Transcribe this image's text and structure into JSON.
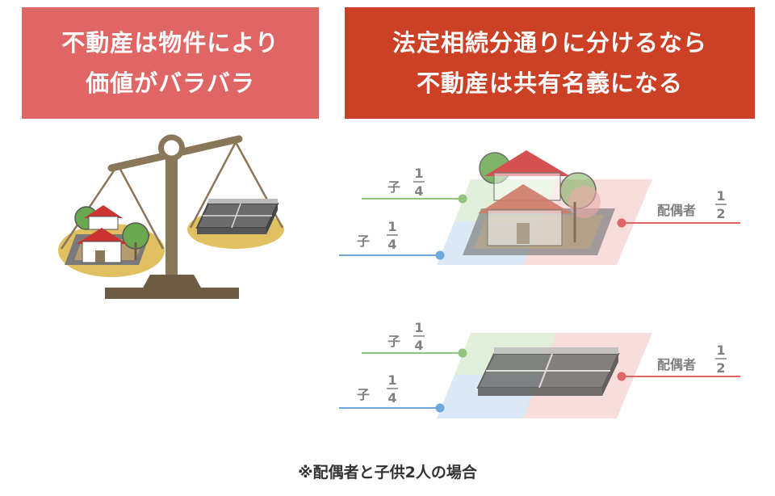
{
  "banners": {
    "left": {
      "line1": "不動産は物件により",
      "line2": "価値がバラバラ"
    },
    "right": {
      "line1": "法定相続分通りに分けるなら",
      "line2": "不動産は共有名義になる"
    }
  },
  "house_diagram": {
    "child_a": {
      "label": "子",
      "numerator": "1",
      "denominator": "4"
    },
    "child_b": {
      "label": "子",
      "numerator": "1",
      "denominator": "4"
    },
    "spouse": {
      "label": "配偶者",
      "numerator": "1",
      "denominator": "2"
    }
  },
  "lot_diagram": {
    "child_a": {
      "label": "子",
      "numerator": "1",
      "denominator": "4"
    },
    "child_b": {
      "label": "子",
      "numerator": "1",
      "denominator": "4"
    },
    "spouse": {
      "label": "配偶者",
      "numerator": "1",
      "denominator": "2"
    }
  },
  "note": "※配偶者と子供2人の場合",
  "colors": {
    "banner_left": "#e06666",
    "banner_right": "#cc4125",
    "child_a_line": "#93c47d",
    "child_b_line": "#6fa8dc",
    "spouse_line": "#e06666",
    "scale": "#8a7658",
    "pan": "#e0c060"
  }
}
